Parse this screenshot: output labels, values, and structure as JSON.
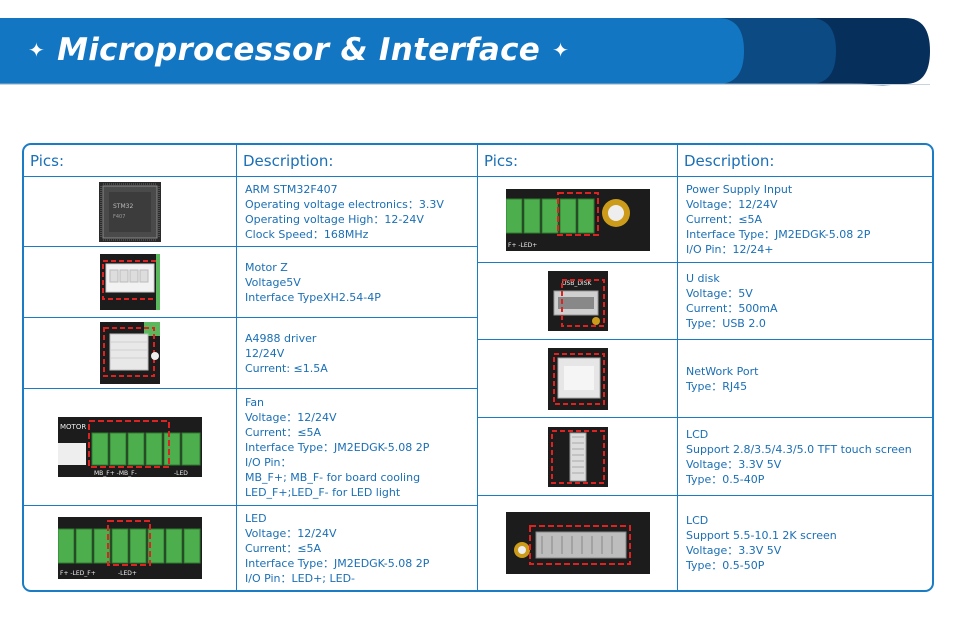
{
  "header": {
    "title": "Microprocessor & Interface",
    "ornament": "✦",
    "colors": {
      "primary": "#1276c3",
      "dark": "#0b4a82",
      "darker": "#062f5c"
    }
  },
  "table_left": {
    "headers": {
      "pics": "Pics:",
      "description": "Description:"
    },
    "rows": [
      {
        "image": "arm-chip-photo",
        "lines": [
          "ARM STM32F407",
          "Operating voltage electronics：3.3V",
          "Operating voltage High：12-24V",
          "Clock Speed：168MHz"
        ]
      },
      {
        "image": "motor-z-connector-photo",
        "lines": [
          "Motor Z",
          "Voltage5V",
          "Interface TypeXH2.54-4P"
        ]
      },
      {
        "image": "a4988-driver-photo",
        "lines": [
          "A4988 driver",
          "12/24V",
          "Current: ≤1.5A"
        ]
      },
      {
        "image": "fan-terminal-photo",
        "lines": [
          "Fan",
          "Voltage：12/24V",
          "Current：≤5A",
          "Interface Type：JM2EDGK-5.08 2P",
          "I/O Pin：",
          "MB_F+; MB_F- for board cooling",
          "LED_F+;LED_F- for LED light"
        ]
      },
      {
        "image": "led-terminal-photo",
        "lines": [
          "LED",
          "Voltage：12/24V",
          "Current：≤5A",
          "Interface Type：JM2EDGK-5.08 2P",
          "I/O Pin：LED+; LED-"
        ]
      }
    ]
  },
  "table_right": {
    "headers": {
      "pics": "Pics:",
      "description": "Description:"
    },
    "rows": [
      {
        "image": "power-terminal-photo",
        "lines": [
          "Power Supply Input",
          "Voltage：12/24V",
          "Current：≤5A",
          "Interface Type：JM2EDGK-5.08 2P",
          "I/O Pin：12/24+"
        ]
      },
      {
        "image": "usb-disk-port-photo",
        "lines": [
          "U disk",
          "Voltage：5V",
          "Current：500mA",
          "Type：USB 2.0"
        ]
      },
      {
        "image": "rj45-port-photo",
        "lines": [
          "NetWork Port",
          "Type：RJ45"
        ]
      },
      {
        "image": "lcd-40p-connector-photo",
        "lines": [
          "LCD",
          "Support 2.8/3.5/4.3/5.0 TFT touch screen",
          "Voltage：3.3V 5V",
          "Type：0.5-40P"
        ]
      },
      {
        "image": "lcd-50p-connector-photo",
        "lines": [
          "LCD",
          "Support 5.5-10.1 2K screen",
          "Voltage：3.3V 5V",
          "Type：0.5-50P"
        ]
      }
    ]
  }
}
